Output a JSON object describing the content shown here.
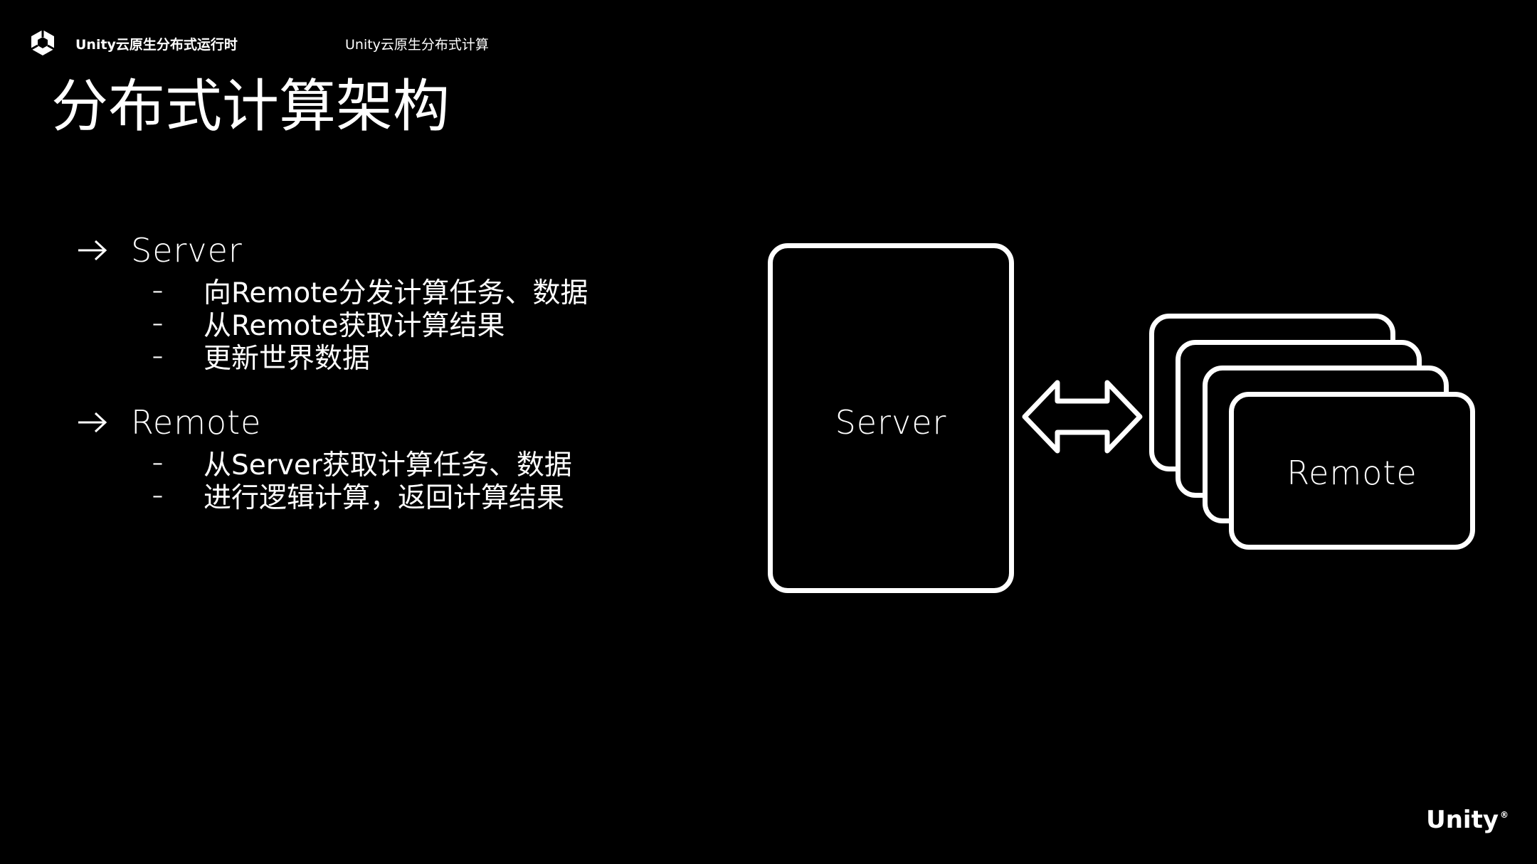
{
  "header": {
    "brand": "Unity云原生分布式运行时",
    "section": "Unity云原生分布式计算"
  },
  "title": "分布式计算架构",
  "bullets": [
    {
      "label": "Server",
      "subs": [
        "向Remote分发计算任务、数据",
        "从Remote获取计算结果",
        "更新世界数据"
      ]
    },
    {
      "label": "Remote",
      "subs": [
        "从Server获取计算任务、数据",
        "进行逻辑计算，返回计算结果"
      ]
    }
  ],
  "dash": "–",
  "diagram": {
    "server_label": "Server",
    "remote_label": "Remote"
  },
  "footer": {
    "logo_text": "Unity",
    "registered": "®"
  },
  "colors": {
    "background": "#000000",
    "foreground": "#ffffff"
  }
}
